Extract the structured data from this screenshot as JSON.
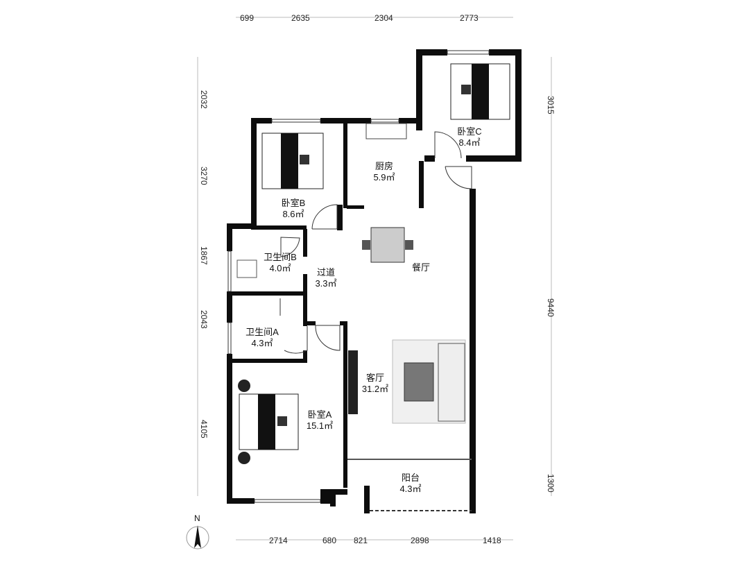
{
  "dimensions": {
    "top": [
      "699",
      "2635",
      "2304",
      "2773"
    ],
    "bottom": [
      "2714",
      "680",
      "821",
      "2898",
      "1418"
    ],
    "left": [
      "2032",
      "3270",
      "1867",
      "2043",
      "4105"
    ],
    "right": [
      "3015",
      "9440",
      "1300"
    ]
  },
  "rooms": [
    {
      "name": "卧室C",
      "area": "8.4㎡"
    },
    {
      "name": "厨房",
      "area": "5.9㎡"
    },
    {
      "name": "卧室B",
      "area": "8.6㎡"
    },
    {
      "name": "卫生间B",
      "area": "4.0㎡"
    },
    {
      "name": "过道",
      "area": "3.3㎡"
    },
    {
      "name": "餐厅",
      "area": ""
    },
    {
      "name": "卫生间A",
      "area": "4.3㎡"
    },
    {
      "name": "客厅",
      "area": "31.2㎡"
    },
    {
      "name": "卧室A",
      "area": "15.1㎡"
    },
    {
      "name": "阳台",
      "area": "4.3㎡"
    }
  ],
  "compass": {
    "label": "N"
  }
}
